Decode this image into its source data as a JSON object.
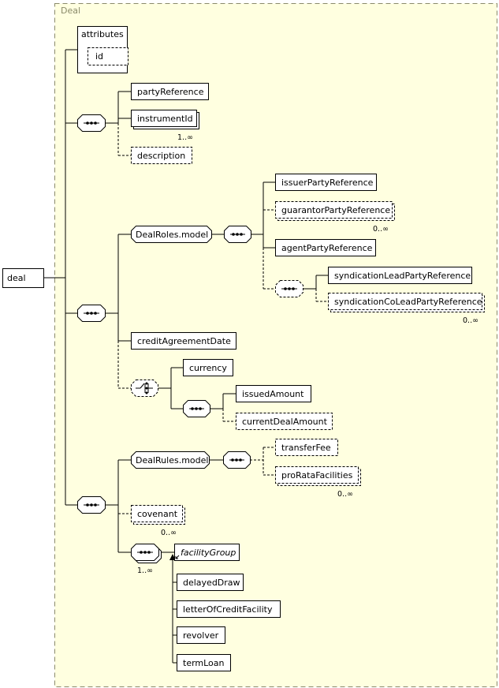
{
  "group": {
    "title": "Deal"
  },
  "root": {
    "label": "deal"
  },
  "attributes": {
    "title": "attributes",
    "id": "id"
  },
  "seq1": {
    "party_reference": "partyReference",
    "instrument_id": "instrumentId",
    "instrument_id_card": "1..∞",
    "description": "description"
  },
  "seq2": {
    "deal_roles_model": "DealRoles.model",
    "issuer_party_reference": "issuerPartyReference",
    "guarantor_party_reference": "guarantorPartyReference",
    "guarantor_card": "0..∞",
    "agent_party_reference": "agentPartyReference",
    "syndication_lead_party_reference": "syndicationLeadPartyReference",
    "syndication_colead_party_reference": "syndicationCoLeadPartyReference",
    "syndication_colead_card": "0..∞",
    "credit_agreement_date": "creditAgreementDate",
    "currency": "currency",
    "issued_amount": "issuedAmount",
    "current_deal_amount": "currentDealAmount"
  },
  "seq3": {
    "deal_rules_model": "DealRules.model",
    "transfer_fee": "transferFee",
    "pro_rata_facilities": "proRataFacilities",
    "pro_rata_card": "0..∞",
    "covenant": "covenant",
    "covenant_card": "0..∞",
    "facility_seq_card": "1..∞",
    "facility_group": "facilityGroup",
    "delayed_draw": "delayedDraw",
    "letter_of_credit_facility": "letterOfCreditFacility",
    "revolver": "revolver",
    "term_loan": "termLoan"
  }
}
